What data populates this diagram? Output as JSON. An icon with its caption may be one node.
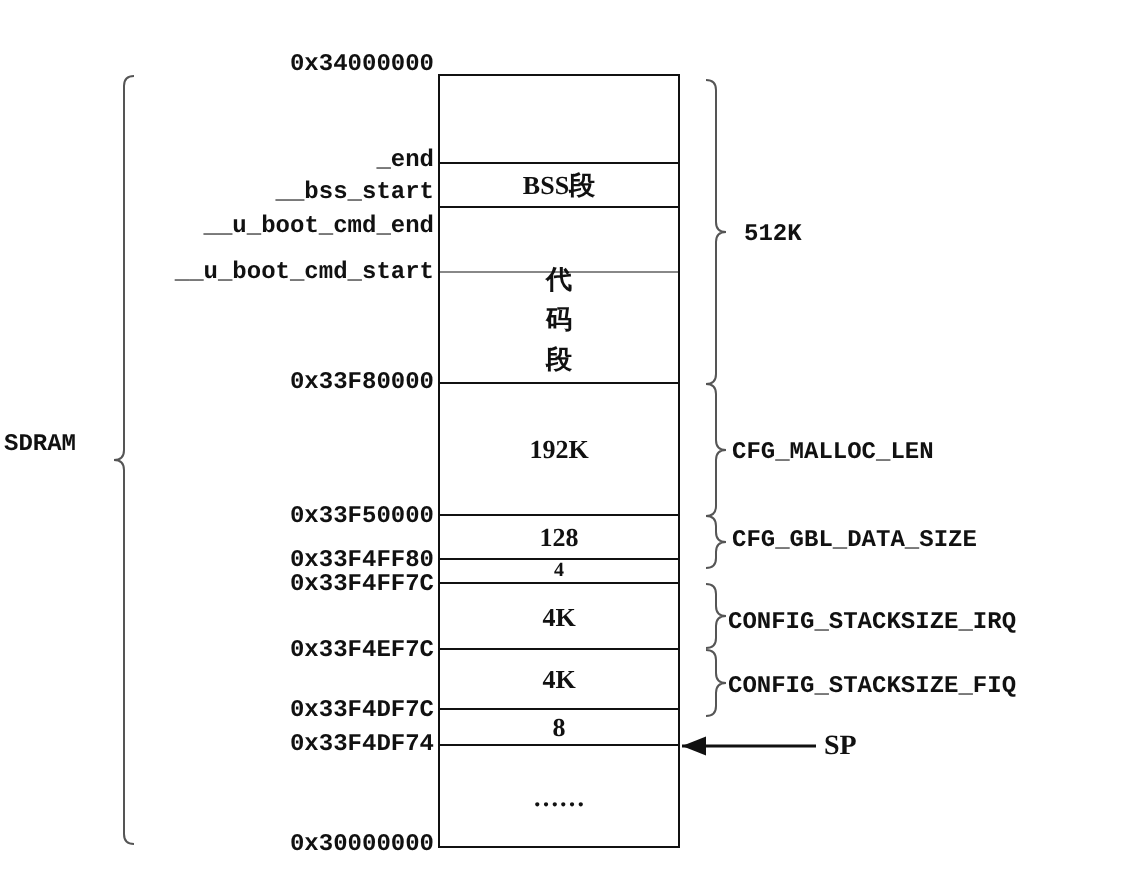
{
  "diagram": {
    "nodes": [
      {
        "text": [],
        "shape": "box"
      },
      {
        "text": [
          "BSS段"
        ]
      },
      {
        "text": [
          "代码段"
        ]
      },
      {
        "text": [
          "192K"
        ]
      },
      {
        "text": [
          "128"
        ]
      },
      {
        "text": [
          "4"
        ]
      },
      {
        "text": [
          "4K"
        ]
      },
      {
        "text": [
          "4K"
        ]
      },
      {
        "text": [
          "8"
        ]
      },
      {
        "text": [
          "……"
        ]
      },
      {
        "text": [
          "SP"
        ]
      }
    ],
    "edges": [
      {
        "from": 10,
        "to": 9,
        "arrow": "to"
      }
    ],
    "labels": [
      "0x34000000",
      "_end",
      "__bss_start",
      "__u_boot_cmd_end",
      "512K",
      "__u_boot_cmd_start",
      "0x33F80000",
      "SDRAM",
      "CFG_MALLOC_LEN",
      "0x33F50000",
      "CFG_GBL_DATA_SIZE",
      "0x33F4FF80",
      "0x33F4FF7C",
      "CONFIG_STACKSIZE_IRQ",
      "0x33F4EF7C",
      "CONFIG_STACKSIZE_FIQ",
      "0x33F4DF7C",
      "0x33F4DF74",
      "0x30000000"
    ]
  }
}
